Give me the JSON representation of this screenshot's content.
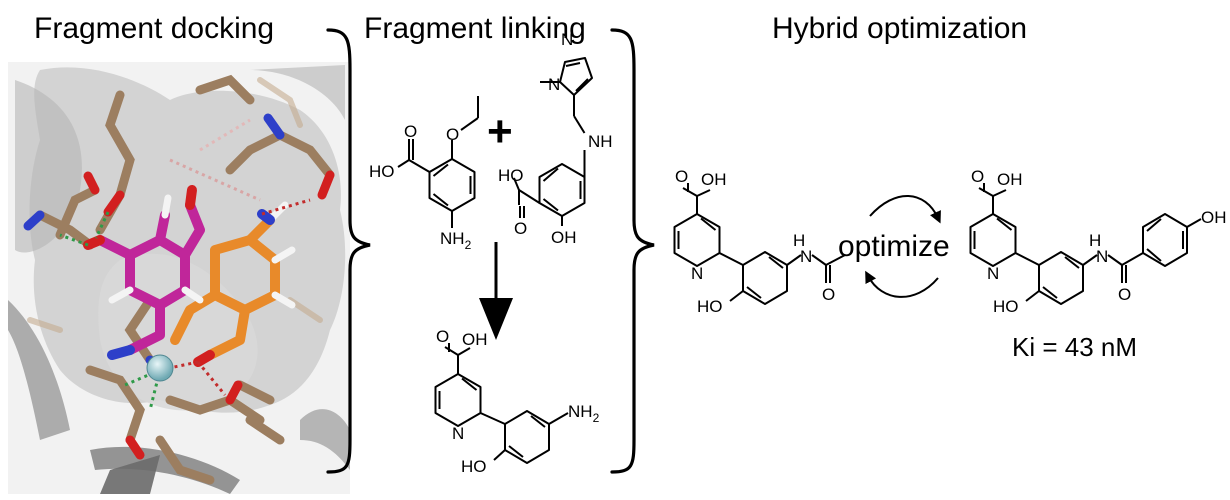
{
  "headers": {
    "docking": "Fragment docking",
    "linking": "Fragment linking",
    "hybrid": "Hybrid optimization"
  },
  "atoms": {
    "o": "O",
    "ho": "HO",
    "oh": "OH",
    "nh2": "NH",
    "nh2_sub": "2",
    "nh": "NH",
    "n": "N",
    "h": "H"
  },
  "plus": "+",
  "optimize_label": "optimize",
  "ki_label": "Ki = 43 nM",
  "colors": {
    "magenta": "#c0269a",
    "orange": "#e88a2a",
    "tan": "#9c7e60",
    "surface": "#cfcfcf"
  }
}
